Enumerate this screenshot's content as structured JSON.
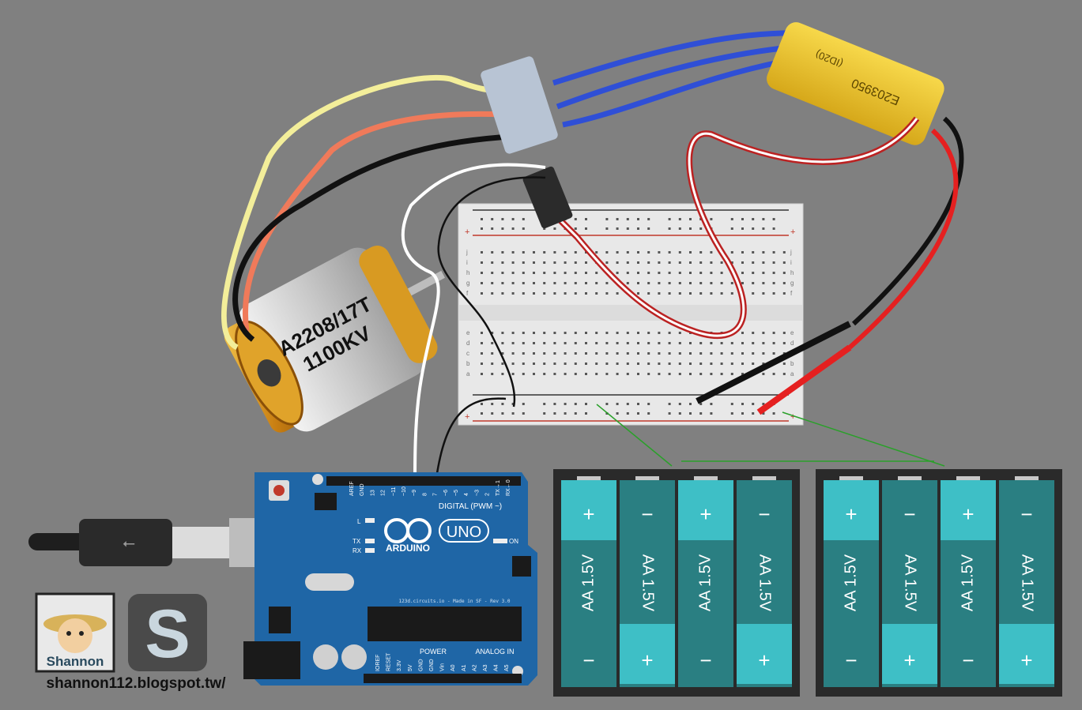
{
  "motor": {
    "model": "A2208/17T",
    "kv": "1100KV"
  },
  "esc": {
    "label1": "E203950",
    "label2": "(ID20)"
  },
  "arduino": {
    "brand": "ARDUINO",
    "model": "UNO",
    "digital_header": "DIGITAL (PWM ~)",
    "power_header": "POWER",
    "analog_header": "ANALOG IN",
    "on_label": "ON",
    "tx_label": "TX",
    "rx_label": "RX",
    "l_label": "L",
    "fine_print": "123d.circuits.io - Made in SF - Rev 3.0",
    "top_pins": [
      "AREF",
      "GND",
      "13",
      "12",
      "~11",
      "~10",
      "~9",
      "8",
      "7",
      "~6",
      "~5",
      "4",
      "~3",
      "2",
      "TX→1",
      "RX←0"
    ],
    "bottom_pins": [
      "IOREF",
      "RESET",
      "3.3V",
      "5V",
      "GND",
      "GND",
      "Vin",
      "A0",
      "A1",
      "A2",
      "A3",
      "A4",
      "A5"
    ]
  },
  "breadboard": {
    "row_letters_top": [
      "j",
      "i",
      "h",
      "g",
      "f"
    ],
    "row_letters_bottom": [
      "e",
      "d",
      "c",
      "b",
      "a"
    ],
    "plus": "+",
    "minus": "−"
  },
  "battery_packs": [
    {
      "cells": [
        {
          "label": "AA 1.5V",
          "top": "+",
          "bottom": "−"
        },
        {
          "label": "AA 1.5V",
          "top": "−",
          "bottom": "+"
        },
        {
          "label": "AA 1.5V",
          "top": "+",
          "bottom": "−"
        },
        {
          "label": "AA 1.5V",
          "top": "−",
          "bottom": "+"
        }
      ]
    },
    {
      "cells": [
        {
          "label": "AA 1.5V",
          "top": "+",
          "bottom": "−"
        },
        {
          "label": "AA 1.5V",
          "top": "−",
          "bottom": "+"
        },
        {
          "label": "AA 1.5V",
          "top": "+",
          "bottom": "−"
        },
        {
          "label": "AA 1.5V",
          "top": "−",
          "bottom": "+"
        }
      ]
    }
  ],
  "branding": {
    "avatar_name": "Shannon",
    "logo_letter": "S",
    "url": "shannon112.blogspot.tw/"
  },
  "colors": {
    "background": "#808080",
    "arduino_board": "#1f66a6",
    "motor_gold": "#d89a22",
    "esc_yellow": "#e9c42a",
    "battery_teal": "#2a7f82",
    "battery_cap": "#3ebfc6",
    "wire_yellow": "#f3ee9a",
    "wire_orange": "#f07a5a",
    "wire_blue": "#2f4fd6",
    "wire_red": "#e52020",
    "wire_green": "#2aa02a"
  }
}
